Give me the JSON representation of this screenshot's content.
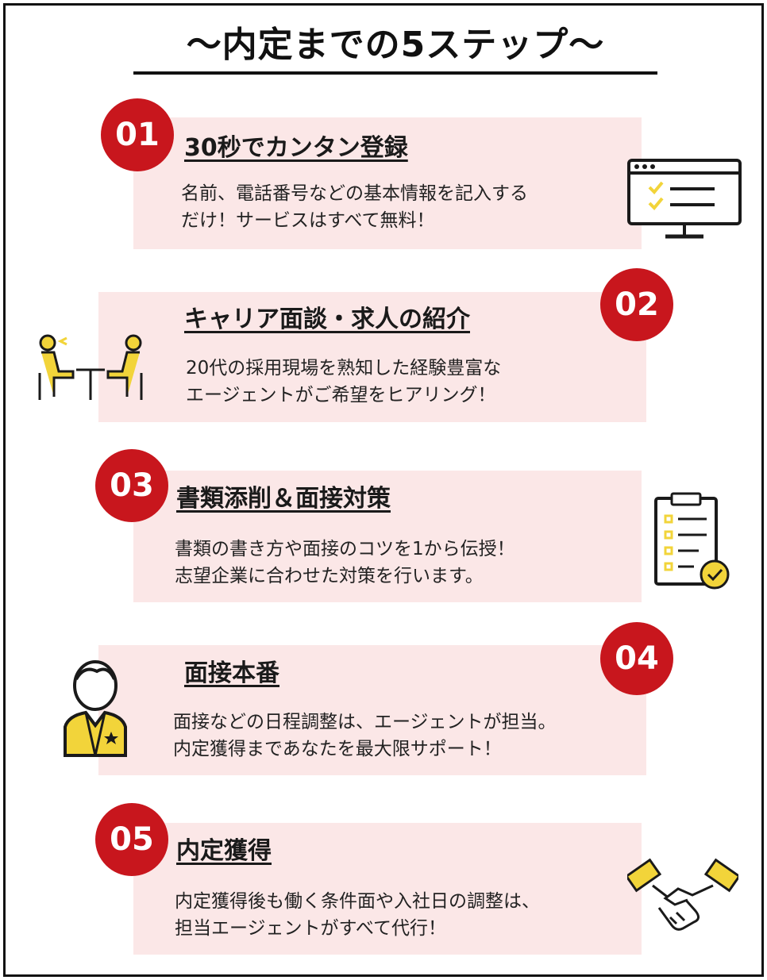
{
  "header": {
    "title": "〜内定までの5ステップ〜"
  },
  "colors": {
    "badge": "#c8161d",
    "card": "#fbe7e7",
    "accent_yellow": "#f2d43a",
    "ink": "#1a1a1a"
  },
  "steps": [
    {
      "number": "01",
      "title": "30秒でカンタン登録",
      "lines": [
        "名前、電話番号などの基本情報を記入する",
        "だけ！サービスはすべて無料！"
      ],
      "icon": "monitor-checklist-icon"
    },
    {
      "number": "02",
      "title": "キャリア面談・求人の紹介",
      "lines": [
        "20代の採用現場を熟知した経験豊富な",
        "エージェントがご希望をヒアリング！"
      ],
      "icon": "interview-people-icon"
    },
    {
      "number": "03",
      "title": "書類添削＆面接対策",
      "lines": [
        "書類の書き方や面接のコツを1から伝授！",
        "志望企業に合わせた対策を行います。"
      ],
      "icon": "clipboard-check-icon"
    },
    {
      "number": "04",
      "title": "面接本番",
      "lines": [
        "面接などの日程調整は、エージェントが担当。",
        "内定獲得まであなたを最大限サポート！"
      ],
      "icon": "businessperson-icon"
    },
    {
      "number": "05",
      "title": "内定獲得",
      "lines": [
        "内定獲得後も働く条件面や入社日の調整は、",
        "担当エージェントがすべて代行！"
      ],
      "icon": "handshake-icon"
    }
  ]
}
